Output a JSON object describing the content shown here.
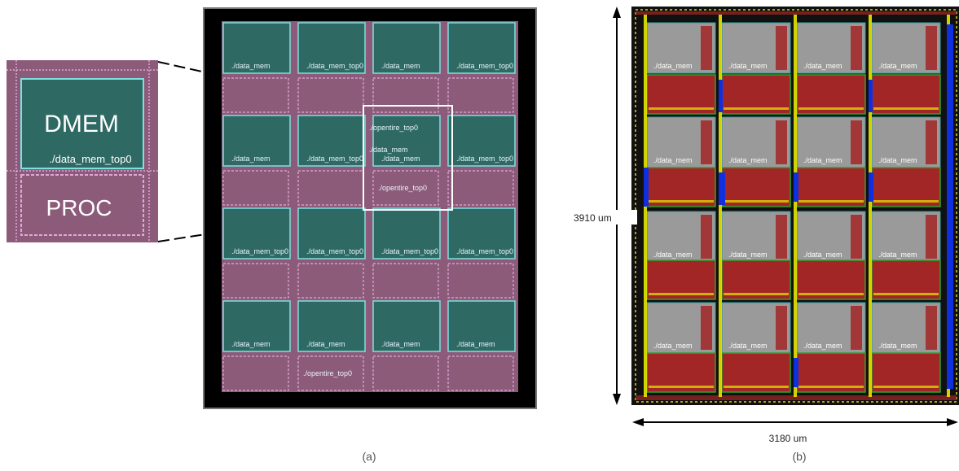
{
  "zoom": {
    "dmem_label": "DMEM",
    "proc_label": "PROC",
    "inst_label": "./data_mem_top0"
  },
  "layout_a": {
    "rows": [
      {
        "mem": [
          "./data_mem",
          "./data_mem_top0",
          "./data_mem",
          "./data_mem_top0"
        ],
        "proc": [
          "",
          "",
          "",
          ""
        ]
      },
      {
        "mem": [
          "./data_mem",
          "./data_mem_top0",
          "./data_mem",
          "./data_mem_top0"
        ],
        "proc": [
          "",
          "",
          "./opentire_top0",
          ""
        ]
      },
      {
        "mem": [
          "./data_mem_top0",
          "./data_mem_top0",
          "./data_mem_top0",
          "./data_mem_top0"
        ],
        "proc": [
          "",
          "",
          "",
          ""
        ]
      },
      {
        "mem": [
          "./data_mem",
          "./data_mem",
          "./data_mem",
          "./data_mem"
        ],
        "proc": [
          "",
          "./opentire_top0",
          "",
          ""
        ]
      }
    ],
    "highlight_top": "./opentire_top0",
    "caption": "(a)"
  },
  "layout_b": {
    "mem_label": "./data_mem",
    "height_label": "3910 um",
    "width_label": "3180 um",
    "caption": "(b)"
  },
  "colors": {
    "mem_fill": "#2e6a63",
    "proc_fill": "#8d5b7a",
    "outline": "#7fe0e0",
    "proc_outline": "#e0a8d8",
    "chip_frame": "#000000",
    "gray_mem": "#9a9a9a",
    "red_logic": "#a32626",
    "yellow": "#e8e800",
    "blue": "#1030e0"
  }
}
